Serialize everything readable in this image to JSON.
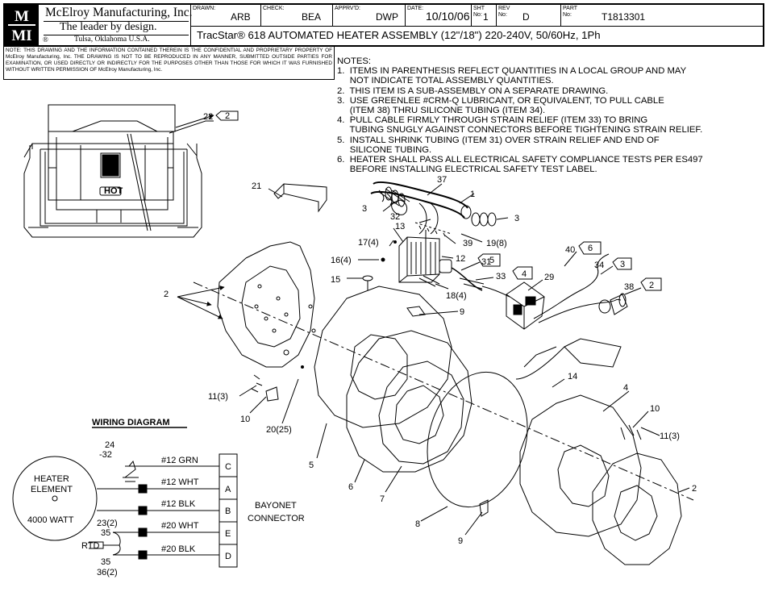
{
  "title_block": {
    "company": "McElroy Manufacturing, Inc.",
    "tagline": "The leader by design.",
    "registered": "®",
    "location": "Tulsa, Oklahoma U.S.A.",
    "logo_letters": "MMI",
    "drawn_label": "DRAWN:",
    "drawn_value": "ARB",
    "check_label": "CHECK:",
    "check_value": "BEA",
    "apprvd_label": "APPRV'D:",
    "apprvd_value": "DWP",
    "date_label": "DATE:",
    "date_value": "10/10/06",
    "sht_label": "SHT No:",
    "sht_value": "1",
    "rev_label": "REV No:",
    "rev_value": "D",
    "part_label": "PART No:",
    "part_value": "T1813301",
    "description": "TracStar® 618 AUTOMATED HEATER ASSEMBLY (12\"/18\") 220-240V, 50/60Hz, 1Ph"
  },
  "confidentiality": "NOTE: THIS DRAWING AND THE INFORMATION CONTAINED THEREIN IS THE CONFIDENTIAL AND PROPRIETARY PROPERTY OF McElroy Manufacturing, Inc. THE DRAWING IS NOT TO BE REPRODUCED IN ANY MANNER, SUBMITTED OUTSIDE PARTIES FOR EXAMINATION, OR USED DIRECTLY OR INDIRECTLY FOR THE PURPOSES OTHER THAN THOSE FOR WHICH IT WAS FURNISHED WITHOUT WRITTEN PERMISSION OF McElroy Manufacturing, Inc.",
  "notes": {
    "heading": "NOTES:",
    "lines": [
      "1.  ITEMS IN PARENTHESIS REFLECT QUANTITIES IN A LOCAL GROUP AND MAY",
      "     NOT INDICATE TOTAL ASSEMBLY QUANTITIES.",
      "2.  THIS ITEM IS A SUB-ASSEMBLY ON A SEPARATE DRAWING.",
      "3.  USE GREENLEE #CRM-Q LUBRICANT, OR EQUIVALENT, TO PULL CABLE",
      "     (ITEM 38) THRU SILICONE TUBING (ITEM 34).",
      "4.  PULL CABLE FIRMLY THROUGH STRAIN RELIEF (ITEM 33) TO BRING",
      "     TUBING SNUGLY AGAINST CONNECTORS BEFORE TIGHTENING STRAIN RELIEF.",
      "5.  INSTALL SHRINK TUBING (ITEM 31) OVER STRAIN RELIEF AND END OF",
      "     SILICONE TUBING.",
      "6.  HEATER SHALL PASS ALL ELECTRICAL SAFETY COMPLIANCE TESTS PER ES497",
      "     BEFORE INSTALLING ELECTRICAL SAFETY TEST LABEL."
    ]
  },
  "heater_label": "HOT",
  "callouts": {
    "c22": "22",
    "c22n": "2",
    "c21": "21",
    "c37": "37",
    "c1": "1",
    "c3a": "3",
    "c3b": "3",
    "c32": "32",
    "c13": "13",
    "c39": "39",
    "c19": "19(8)",
    "c17": "17(4)",
    "c12": "12",
    "c16": "16(4)",
    "c31": "31",
    "c31n": "5",
    "c33": "33",
    "c33n": "4",
    "c40": "40",
    "c40n": "6",
    "c34": "34",
    "c34n": "3",
    "c38": "38",
    "c38n": "2",
    "c29": "29",
    "c15": "15",
    "c18": "18(4)",
    "c2a": "2",
    "c9a": "9",
    "c11a": "11(3)",
    "c10a": "10",
    "c20": "20(25)",
    "c5": "5",
    "c6": "6",
    "c7": "7",
    "c14": "14",
    "c4": "4",
    "c10b": "10",
    "c11b": "11(3)",
    "c2b": "2",
    "c8": "8",
    "c9b": "9"
  },
  "wiring": {
    "title": "WIRING DIAGRAM",
    "heater_line1": "HEATER",
    "heater_line2": "ELEMENT",
    "watt": "4000 WATT",
    "ref24": "24",
    "ref32": "-32",
    "ref23": "23(2)",
    "ref35a": "35",
    "rtd": "RTD",
    "ref35b": "35",
    "ref36": "36(2)",
    "wires": [
      "#12 GRN",
      "#12 WHT",
      "#12 BLK",
      "#20 WHT",
      "#20 BLK"
    ],
    "pins": [
      "C",
      "A",
      "B",
      "E",
      "D"
    ],
    "connector_line1": "BAYONET",
    "connector_line2": "CONNECTOR"
  }
}
